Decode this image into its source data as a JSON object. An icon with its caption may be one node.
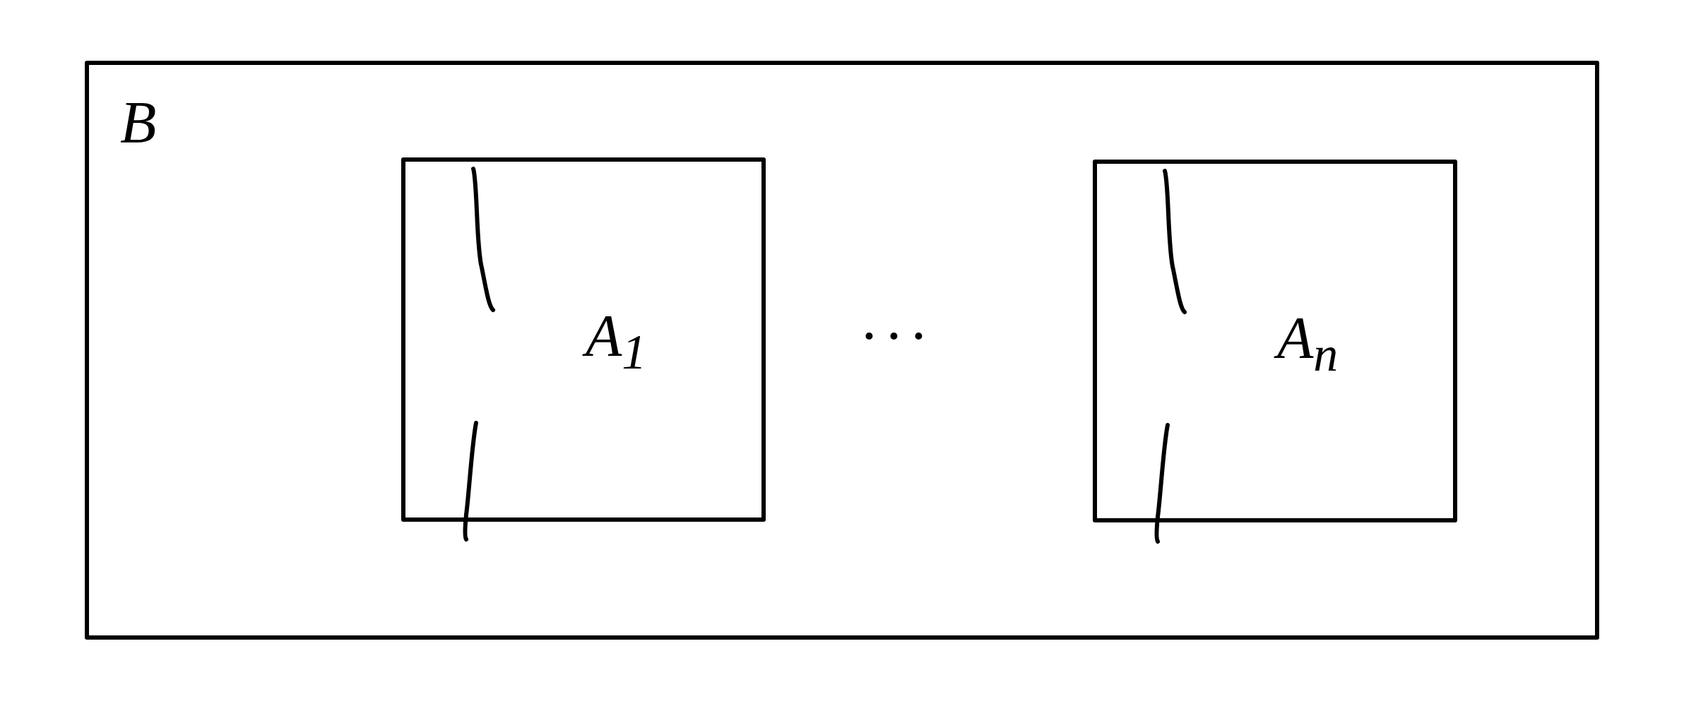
{
  "diagram": {
    "nodes": [
      {
        "text": [
          "B"
        ]
      },
      {
        "text": [
          "A$_{1}$"
        ],
        "in": 0
      },
      {
        "text": [
          "A$_{n}$"
        ],
        "in": 0
      }
    ],
    "labels": [
      "..."
    ]
  }
}
